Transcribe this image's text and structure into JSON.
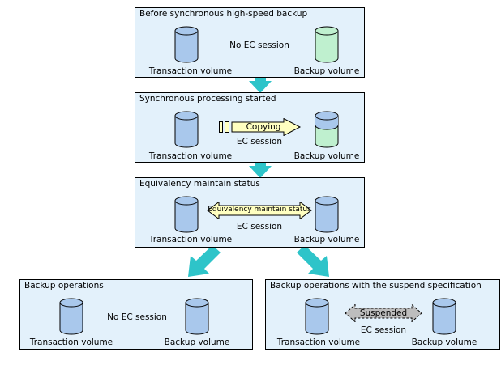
{
  "colors": {
    "panel_bg": "#e3f1fb",
    "transaction_cylinder": "#a9c8ec",
    "backup_cylinder_empty": "#bff0cf",
    "flow_arrow": "#2ec4c9",
    "copy_arrow": "#ffffc0",
    "suspended_arrow": "#bdbdbd"
  },
  "panel1": {
    "title": "Before synchronous high-speed backup",
    "session": "No EC session",
    "transaction_label": "Transaction volume",
    "backup_label": "Backup volume"
  },
  "panel2": {
    "title": "Synchronous processing started",
    "arrow_label": "Copying",
    "session": "EC session",
    "transaction_label": "Transaction volume",
    "backup_label": "Backup volume"
  },
  "panel3": {
    "title": "Equivalency maintain status",
    "arrow_label": "Equivalency maintain status",
    "session": "EC session",
    "transaction_label": "Transaction volume",
    "backup_label": "Backup volume"
  },
  "panel4": {
    "title": "Backup operations",
    "session": "No EC session",
    "transaction_label": "Transaction volume",
    "backup_label": "Backup volume"
  },
  "panel5": {
    "title": "Backup operations with the suspend specification",
    "arrow_label": "Suspended",
    "session": "EC session",
    "transaction_label": "Transaction volume",
    "backup_label": "Backup volume"
  }
}
